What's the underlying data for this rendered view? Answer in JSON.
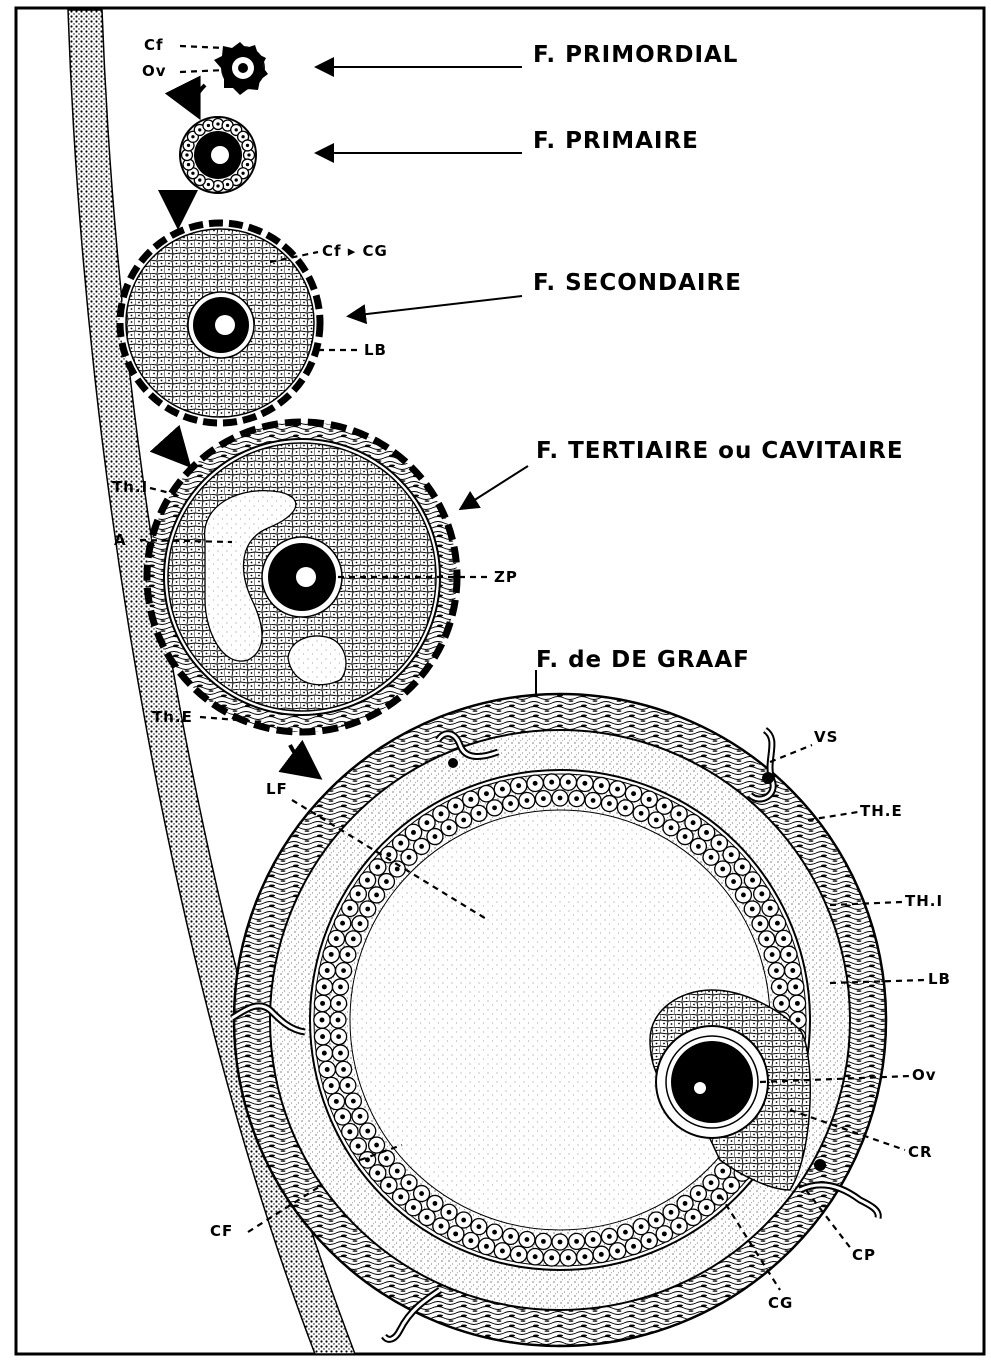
{
  "stages": [
    {
      "id": "primordial",
      "title": "F. PRIMORDIAL"
    },
    {
      "id": "primaire",
      "title": "F. PRIMAIRE"
    },
    {
      "id": "secondaire",
      "title": "F. SECONDAIRE"
    },
    {
      "id": "tertiaire",
      "title": "F. TERTIAIRE ou CAVITAIRE"
    },
    {
      "id": "de-graaf",
      "title": "F. de DE GRAAF"
    }
  ],
  "labels": {
    "primordial": {
      "cf": "Cf",
      "ov": "Ov"
    },
    "secondaire": {
      "cf_cg": "Cf ▸ CG",
      "lb": "LB"
    },
    "tertiaire": {
      "thi": "Th.I",
      "a": "A",
      "zp": "ZP",
      "the": "Th.E"
    },
    "graaf": {
      "vs": "VS",
      "lf": "LF",
      "the": "TH.E",
      "thi": "TH.I",
      "lb": "LB",
      "ov": "Ov",
      "cr": "CR",
      "cf": "CF",
      "cp": "CP",
      "cg": "CG"
    }
  }
}
